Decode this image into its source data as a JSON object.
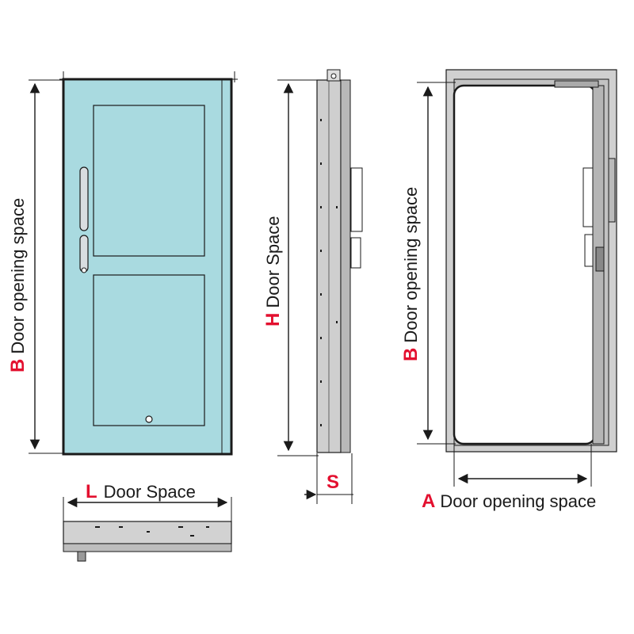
{
  "colors": {
    "door_fill": "#a9dae0",
    "door_stroke": "#1a1a1a",
    "frame_grey": "#c8c8c8",
    "frame_dark": "#8a8a8a",
    "accent_red": "#e3102f",
    "line": "#1a1a1a"
  },
  "labels": {
    "B_left": {
      "key": "B",
      "text": "Door opening space"
    },
    "H": {
      "key": "H",
      "text": "Door Space"
    },
    "B_right": {
      "key": "B",
      "text": "Door opening space"
    },
    "L": {
      "key": "L",
      "text": "Door Space"
    },
    "S": {
      "key": "S"
    },
    "A": {
      "key": "A",
      "text": "Door opening space"
    }
  },
  "icons": [
    "door-front-view",
    "door-side-view",
    "door-frame-view",
    "door-top-view",
    "dimension-arrow"
  ]
}
